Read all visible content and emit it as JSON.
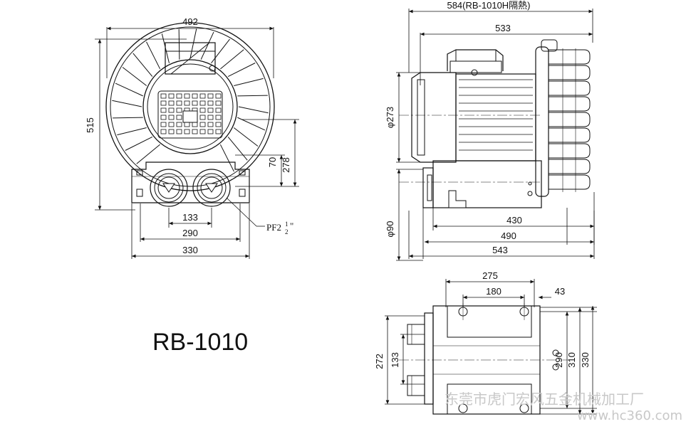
{
  "model_title": "RB-1010",
  "pipe_thread": "PF2",
  "pipe_thread_frac_num": "1",
  "pipe_thread_frac_den": "2",
  "pipe_thread_inch": "\"",
  "front_view": {
    "width_top": "492",
    "height_left": "515",
    "height_70": "70",
    "height_278": "278",
    "width_133": "133",
    "width_290": "290",
    "width_330": "330"
  },
  "side_view": {
    "top_overall": "584(RB-1010H隔熱)",
    "width_533": "533",
    "dia_273": "φ273",
    "dia_90": "φ90",
    "width_430": "430",
    "width_490": "490",
    "width_543": "543"
  },
  "base_view": {
    "width_275": "275",
    "width_180": "180",
    "width_43": "43",
    "height_272": "272",
    "height_133": "133",
    "height_290": "290",
    "height_310": "310",
    "height_330": "330"
  },
  "watermark": {
    "company": "东莞市虎门宏风五金机械加工厂",
    "site": "www.hc360.com"
  }
}
